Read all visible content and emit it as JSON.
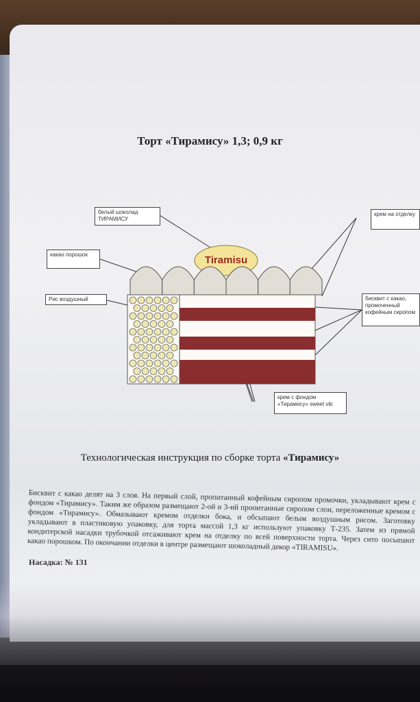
{
  "title": "Торт «Тирамису» 1,3; 0,9 кг",
  "diagram": {
    "labels": {
      "white_choc": "белый шоколад ТИРАМИСУ",
      "cocoa": "какао порошок",
      "rice": "Рис воздушный",
      "cream_top": "крем на отделку",
      "sponge": "бисквит с какао, промоченный кофейным сиропом",
      "cream_filling": "крем с фондом «Тирамису» sweet vib"
    },
    "decor_text": "Tiramisu",
    "colors": {
      "layer": "#8a2d2f",
      "cream": "#fbfaf7",
      "dome": "#e2ddd5",
      "plaque": "#f3e49a",
      "decor_text": "#9a2b1a",
      "rice": "#efe7b0"
    }
  },
  "subtitle_prefix": "Технологическая инструкция по сборке торта ",
  "subtitle_bold": "«Тирамису»",
  "instructions": "Бисквит с какао делят на 3 слоя. На первый слой, пропитанный кофейным сиропом промочки, укладывают крем с фондом «Тирамису». Таким же образом размещают 2-ой и 3-ий пропитанные сиропом слои, переложенные кремом с фондом «Тирамису». Обмазывают кремом отделки бока, и обсыпают белым воздушным рисом. Заготовку укладывают в пластиковую упаковку, для торта массой 1,3 кг используют упаковку Т-235. Затем из прямой кондитерской насадки трубочкой отсаживают крем на отделку по всей поверхности торта. Через сито посыпают какао порошком. По окончании отделки в центре размещают шоколадный декор «TIRAMISU».",
  "nozzle": "Насадка: № 131"
}
